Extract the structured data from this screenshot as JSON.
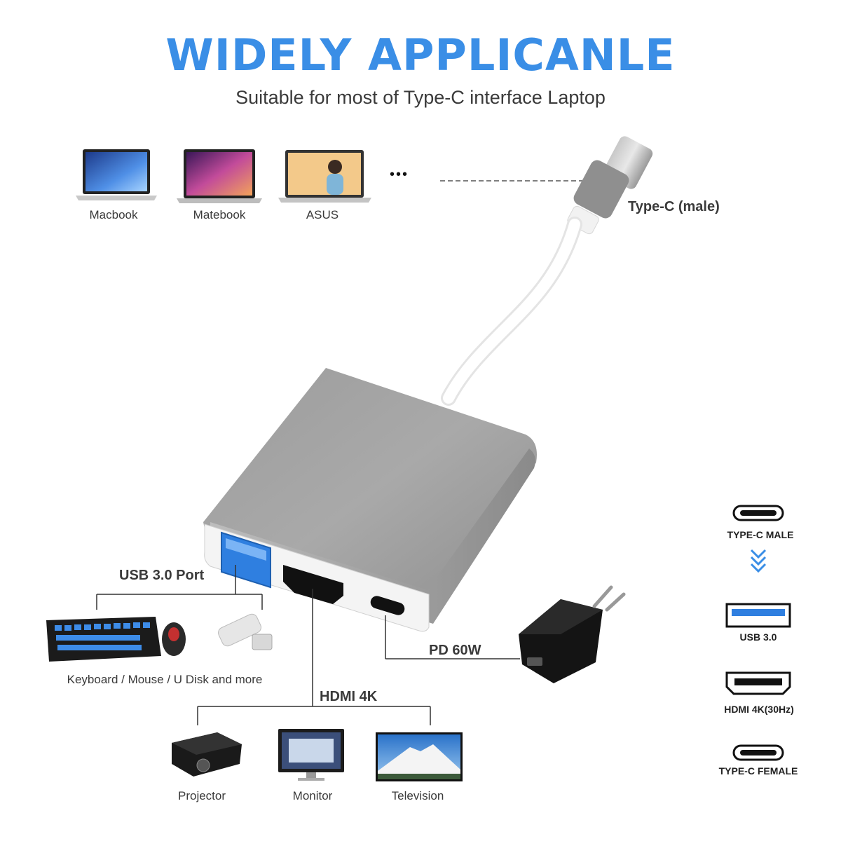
{
  "header": {
    "title": "WIDELY APPLICANLE",
    "subtitle": "Suitable for most of Type-C interface Laptop"
  },
  "laptops": [
    {
      "label": "Macbook",
      "icon": "macbook-icon"
    },
    {
      "label": "Matebook",
      "icon": "matebook-icon"
    },
    {
      "label": "ASUS",
      "icon": "asus-laptop-icon"
    }
  ],
  "ellipsis": "•••",
  "connector": {
    "label": "Type-C (male)"
  },
  "ports": {
    "usb": {
      "label": "USB 3.0 Port",
      "devices_caption": "Keyboard / Mouse / U Disk and more"
    },
    "hdmi": {
      "label": "HDMI 4K"
    },
    "pd": {
      "label": "PD 60W"
    }
  },
  "display_devices": [
    {
      "label": "Projector",
      "icon": "projector-icon"
    },
    {
      "label": "Monitor",
      "icon": "monitor-icon"
    },
    {
      "label": "Television",
      "icon": "television-icon"
    }
  ],
  "legend": [
    {
      "label": "TYPE-C MALE",
      "icon": "type-c-port-icon"
    },
    {
      "label": "USB 3.0",
      "icon": "usb-port-icon"
    },
    {
      "label": "HDMI 4K(30Hz)",
      "icon": "hdmi-port-icon"
    },
    {
      "label": "TYPE-C FEMALE",
      "icon": "type-c-port-icon"
    }
  ],
  "colors": {
    "title_blue": "#3a8ee6",
    "adapter_gray": "#9a9a9a",
    "text_dark": "#3a3a3a",
    "usb_blue": "#2f7fe0"
  }
}
